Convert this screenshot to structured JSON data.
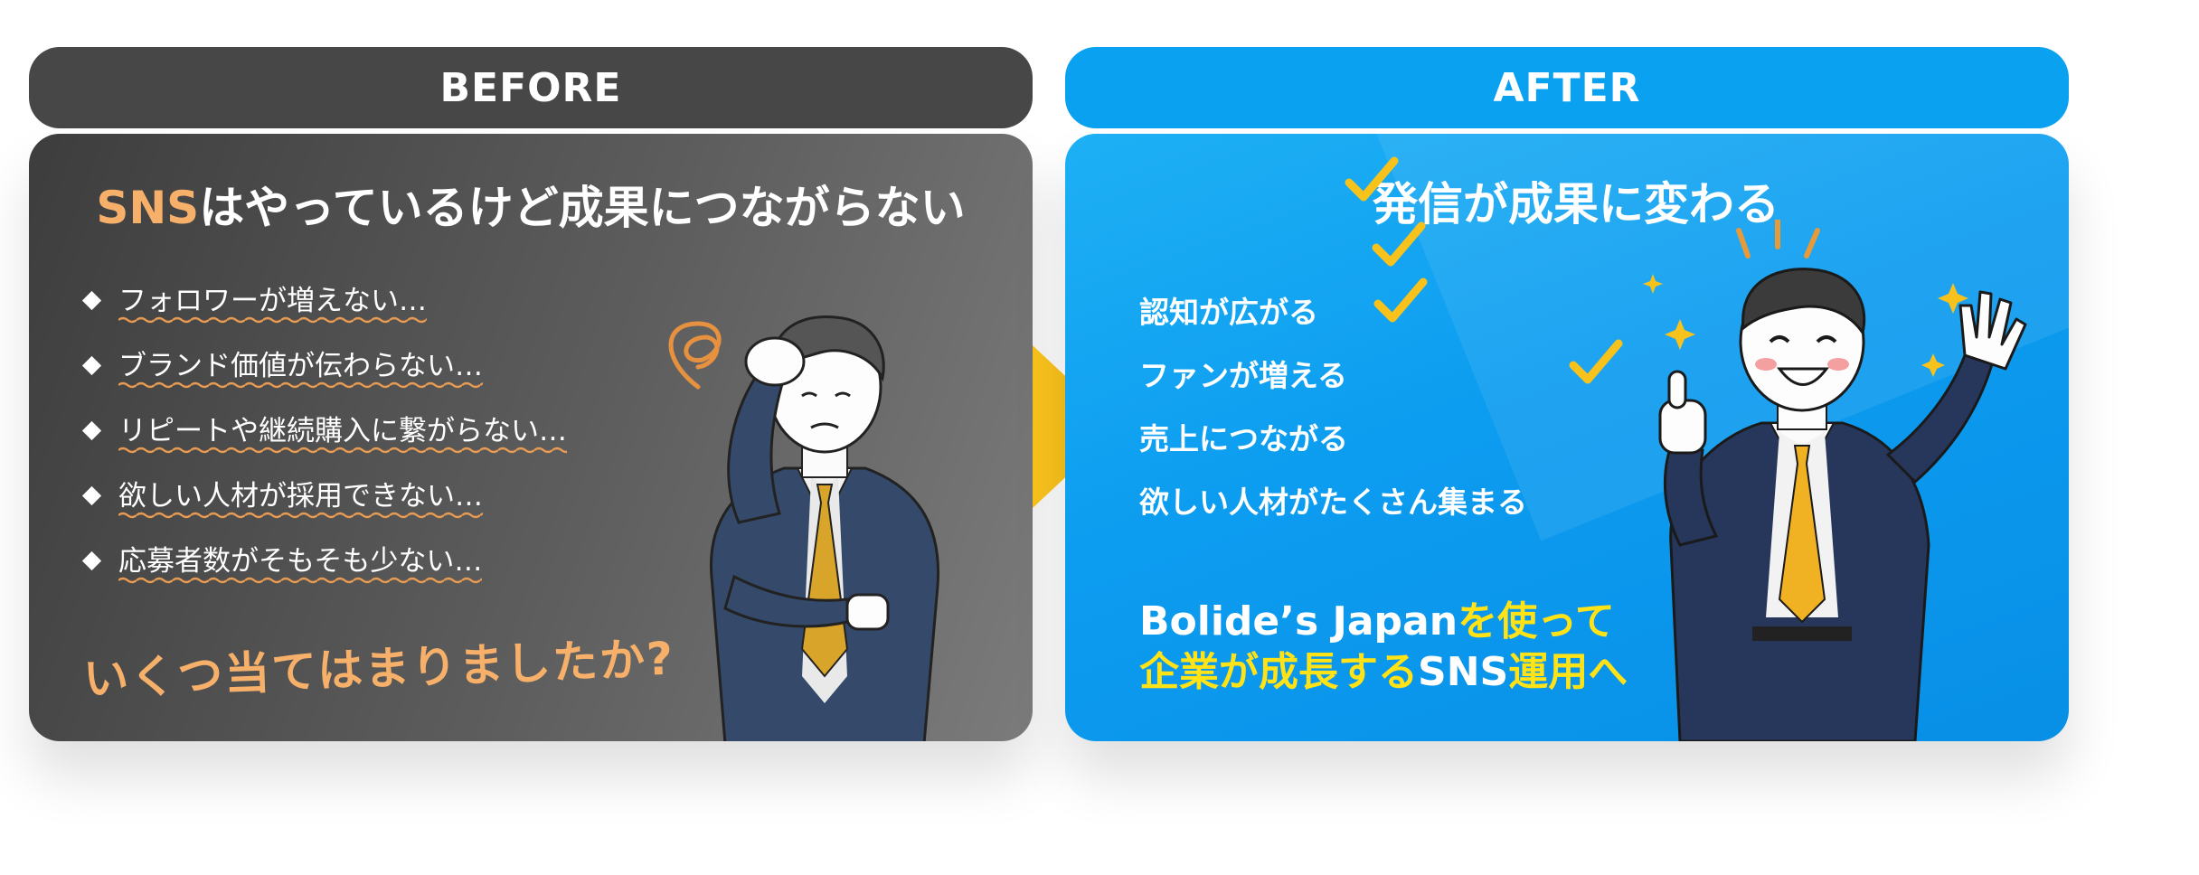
{
  "before": {
    "header": "BEFORE",
    "title_accent": "SNS",
    "title_rest": "はやっているけど成果につながらない",
    "items": [
      "フォロワーが増えない…",
      "ブランド価値が伝わらない…",
      "リピートや継続購入に繋がらない…",
      "欲しい人材が採用できない…",
      "応募者数がそもそも少ない…"
    ],
    "question": "いくつ当てはまりましたか?"
  },
  "after": {
    "header": "AFTER",
    "title": "発信が成果に変わる",
    "items": [
      "認知が広がる",
      "ファンが増える",
      "売上につながる",
      "欲しい人材がたくさん集まる"
    ],
    "closing_line1_white": "Bolide’s Japan",
    "closing_line1_yellow": "を使って",
    "closing_line2_yellow_a": "企業が成長する",
    "closing_line2_white": "SNS",
    "closing_line2_yellow_b": "運用へ"
  },
  "colors": {
    "before_header": "#474747",
    "after_header": "#0aa1f0",
    "accent_orange": "#f6b06a",
    "accent_yellow": "#ffe316",
    "arrow": "#f8c21c"
  },
  "icons": [
    "diamond-bullet-icon",
    "check-icon",
    "arrow-right-icon",
    "worried-businessman-illustration",
    "happy-businessman-illustration",
    "scribble-icon",
    "sparkle-icon"
  ]
}
